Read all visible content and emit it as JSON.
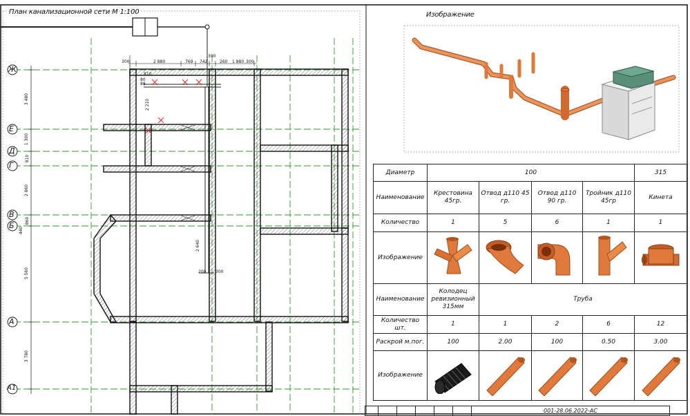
{
  "sheet": {
    "plan_title": "План канализационной сети М 1:100",
    "image_title": "Изображение"
  },
  "axes": {
    "rows": [
      "Ж",
      "Е",
      "Д",
      "Г",
      "В",
      "Б",
      "А",
      "А1"
    ],
    "row_dims": [
      "3 480",
      "1 300",
      "810",
      "2 860",
      "860",
      "440",
      "5 560",
      "3 780"
    ]
  },
  "plan_dims": {
    "top": [
      "300",
      "2 880",
      "769",
      "742",
      "260",
      "1 880",
      "300",
      "300"
    ],
    "inner": [
      "810",
      "2 210",
      "2 640",
      "200",
      "300",
      "80",
      "88"
    ]
  },
  "spec_table": {
    "labels": {
      "diameter": "Диаметр",
      "name": "Наименование",
      "qty": "Количество",
      "image": "Изображение",
      "qty_pcs": "Количество шт.",
      "cut": "Раскрой м.пог."
    },
    "diameter_values": [
      "100",
      "315"
    ],
    "fittings": [
      {
        "name": "Крестовина 45гр.",
        "qty": "1",
        "icon": "cross-fitting-icon"
      },
      {
        "name": "Отвод д110 45 гр.",
        "qty": "5",
        "icon": "elbow-45-icon"
      },
      {
        "name": "Отвод д110 90 гр.",
        "qty": "6",
        "icon": "elbow-90-icon"
      },
      {
        "name": "Тройник д110 45гр",
        "qty": "1",
        "icon": "tee-fitting-icon"
      },
      {
        "name": "Кинета",
        "qty": "1",
        "icon": "kineta-icon"
      }
    ],
    "lower": {
      "well_name": "Колодец ревизионный 315мм",
      "pipe_name": "Труба",
      "qty": [
        "1",
        "1",
        "2",
        "6",
        "12"
      ],
      "cut": [
        "100",
        "2.00",
        "100",
        "0.50",
        "3.00"
      ]
    }
  },
  "stamp": {
    "code": "001-28.06.2022-АС"
  },
  "colors": {
    "pipe": "#e07a3c",
    "pipe_dark": "#b35520",
    "axis_green": "#2a9a2a",
    "wall": "#111111"
  }
}
